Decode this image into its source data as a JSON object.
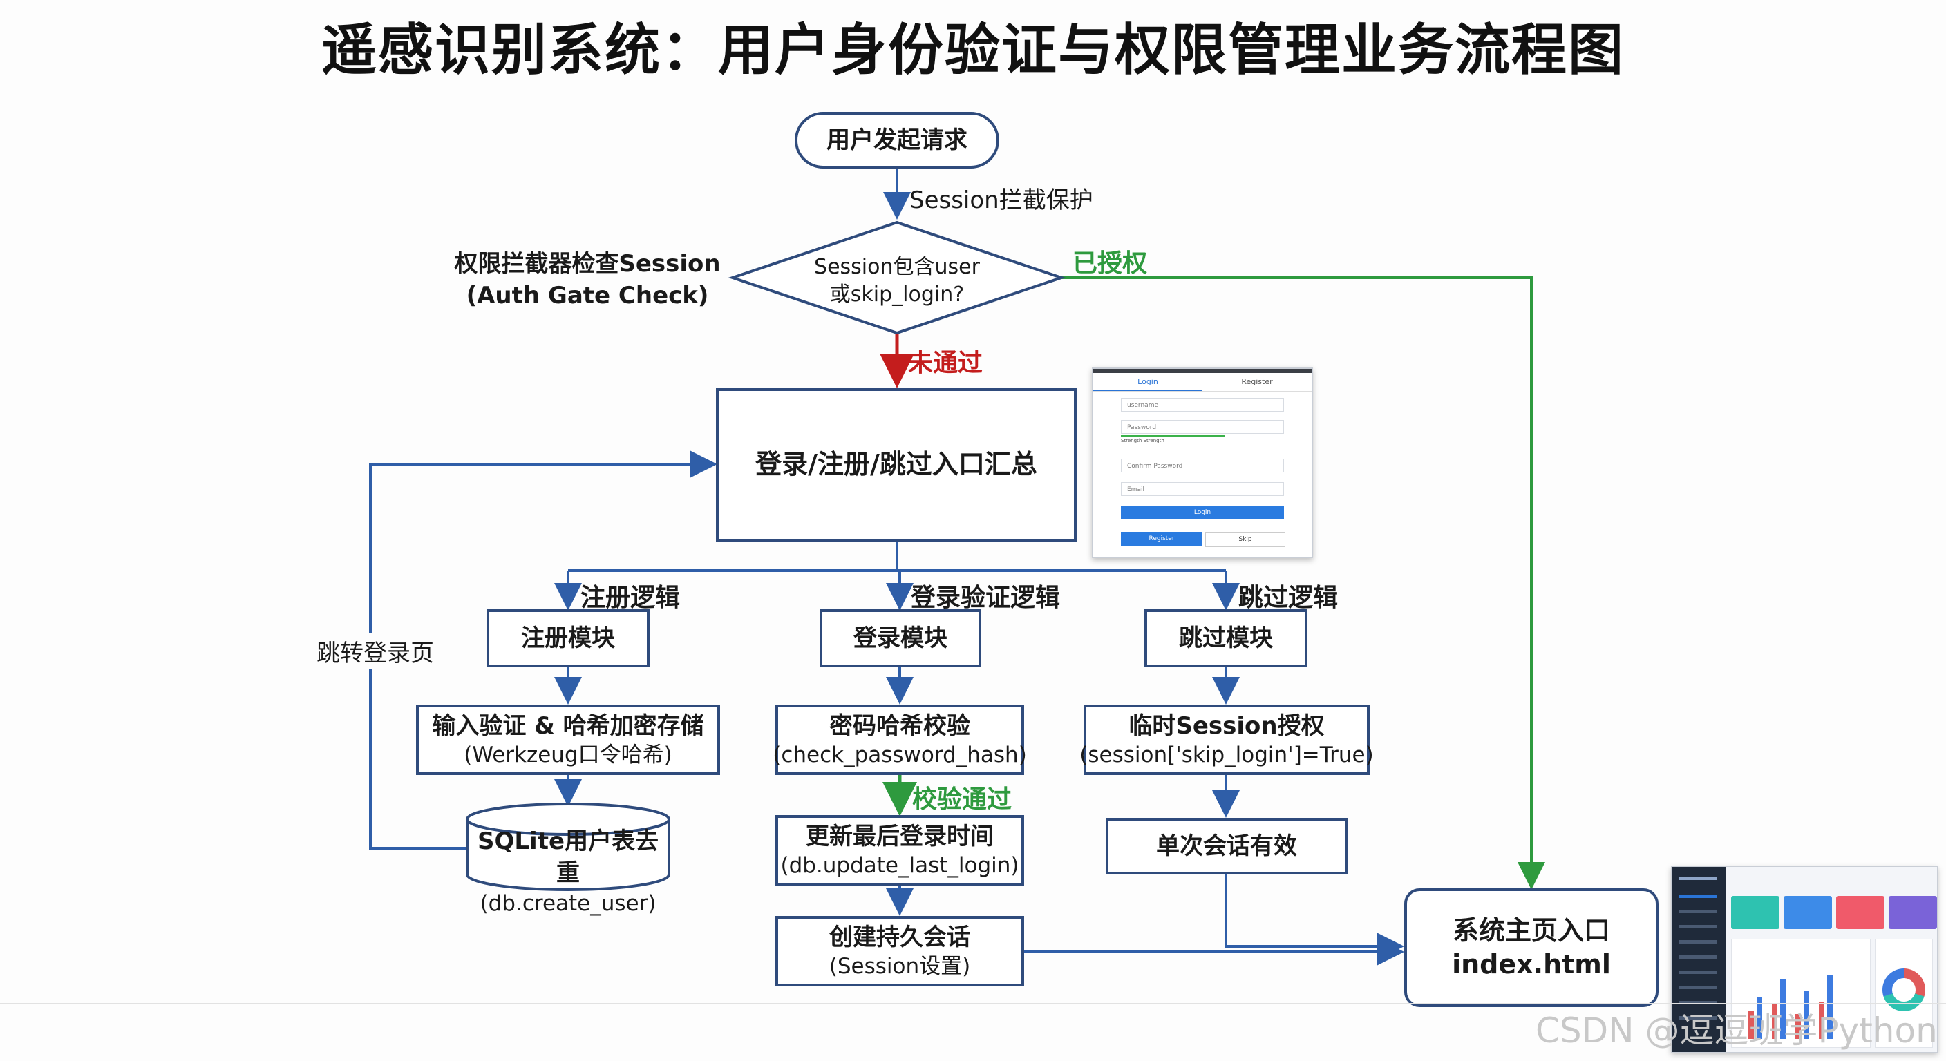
{
  "title": "遥感识别系统：用户身份验证与权限管理业务流程图",
  "nodes": {
    "start": "用户发起请求",
    "decision_line1": "Session包含user",
    "decision_line2": "或skip_login?",
    "hub": "登录/注册/跳过入口汇总",
    "register_module": "注册模块",
    "login_module": "登录模块",
    "skip_module": "跳过模块",
    "reg_validate_l1": "输入验证 & 哈希加密存储",
    "reg_validate_l2": "(Werkzeug口令哈希)",
    "sqlite_l1": "SQLite用户表去重",
    "sqlite_l2": "(db.create_user)",
    "pwd_check_l1": "密码哈希校验",
    "pwd_check_l2": "(check_password_hash)",
    "update_login_l1": "更新最后登录时间",
    "update_login_l2": "(db.update_last_login)",
    "persist_session_l1": "创建持久会话",
    "persist_session_l2": "(Session设置)",
    "temp_session_l1": "临时Session授权",
    "temp_session_l2": "(session['skip_login']=True)",
    "single_session": "单次会话有效",
    "home_l1": "系统主页入口",
    "home_l2": "index.html"
  },
  "labels": {
    "session_guard": "Session拦截保护",
    "gate_l1": "权限拦截器检查Session",
    "gate_l2": "(Auth Gate Check)",
    "authorized": "已授权",
    "not_passed": "未通过",
    "register_logic": "注册逻辑",
    "login_logic": "登录验证逻辑",
    "skip_logic": "跳过逻辑",
    "redirect_login": "跳转登录页",
    "check_passed": "校验通过"
  },
  "login_mock": {
    "tab_login": "Login",
    "tab_register": "Register",
    "username": "username",
    "password": "Password",
    "strength": "Strength Strength",
    "confirm": "Confirm Password",
    "email": "Email",
    "btn_login": "Login",
    "btn_register": "Register",
    "btn_skip": "Skip"
  },
  "watermark": "CSDN @逗逗班学Python",
  "colors": {
    "box_border": "#2f4b7c",
    "arrow_blue": "#2f5ea8",
    "authorized_green": "#2e9a3e",
    "fail_red": "#c41d1d"
  }
}
